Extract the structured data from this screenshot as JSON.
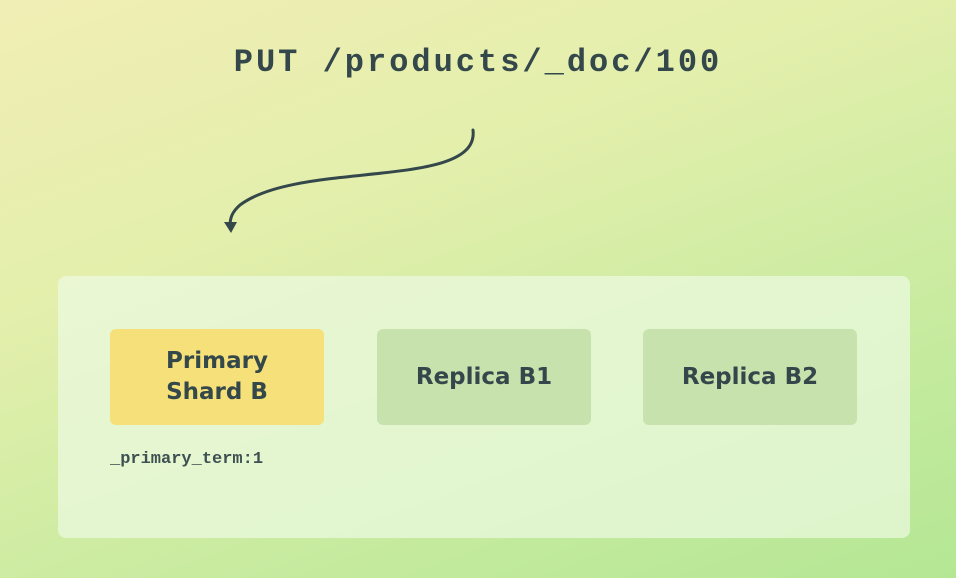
{
  "request": {
    "text": "PUT /products/_doc/100"
  },
  "cluster": {
    "primary": {
      "line1": "Primary",
      "line2": "Shard B",
      "term": "_primary_term:1"
    },
    "replicas": [
      {
        "label": "Replica B1"
      },
      {
        "label": "Replica B2"
      }
    ]
  },
  "colors": {
    "primary_fill": "#f5e07a",
    "replica_fill": "#c8e2ae",
    "text": "#34474a",
    "arrow": "#34474a"
  }
}
